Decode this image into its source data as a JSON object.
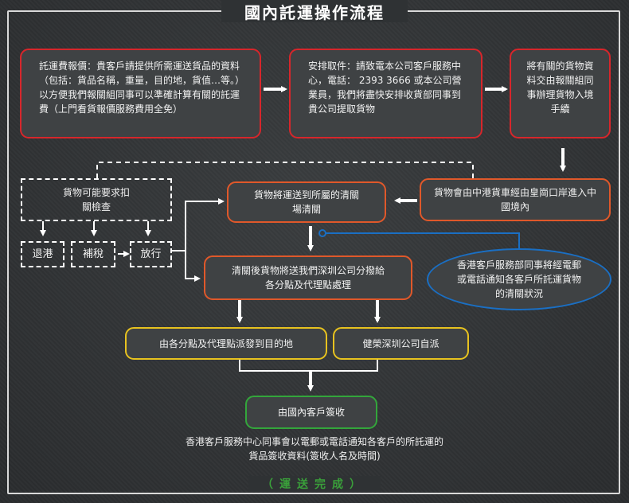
{
  "title": "國內託運操作流程",
  "steps": {
    "quote": "託運費報價：貴客戶請提供所需運送貨品的資料（包括：貨品名稱，重量，目的地，貨值…等。）以方便我們報關組同事可以準確計算有關的託運費（上門看貨報價服務費用全免）",
    "pickup": "安排取件：請致電本公司客戶服務中心，電話： 2393 3666 或本公司營業員，我們將盡快安排收貨部同事到貴公司提取貨物",
    "customs_docs": "將有關的貨物資料交由報關組同事辦理貨物入境手續",
    "truck_entry": "貨物會由中港貨車經由皇崗口岸進入中國境內",
    "clearance": "貨物將運送到所屬的清關場清關",
    "inspection": "貨物可能要求扣關檢查",
    "return_port": "退港",
    "pay_tax": "補稅",
    "release": "放行",
    "distribute": "清關後貨物將送我們深圳公司分撥給各分點及代理點處理",
    "hk_notify": "香港客戶服務部同事將經電郵或電話通知各客戶所託運貨物的清關狀況",
    "agent_delivery": "由各分點及代理點派發到目的地",
    "self_delivery": "健榮深圳公司自派",
    "sign": "由國內客戶簽收"
  },
  "footer_note": "香港客戶服務中心同事會以電郵或電話通知各客戶的所託運的貨品簽收資料(簽收人名及時間)",
  "completion": "（運送完成）",
  "colors": {
    "red": "#d7262b",
    "orange": "#e0582a",
    "yellow": "#e7c21f",
    "green": "#33a63b",
    "blue": "#1a6fc4"
  }
}
